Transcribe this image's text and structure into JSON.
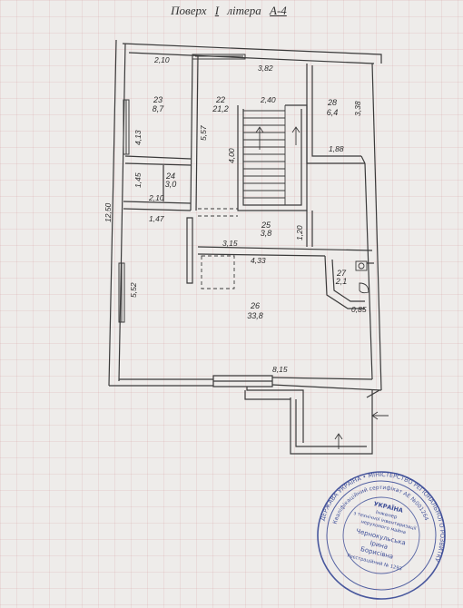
{
  "header": {
    "floor_label": "Поверх",
    "floor_value": "I",
    "letter_label": "літера",
    "letter_value": "А-4"
  },
  "rooms": [
    {
      "number": "23",
      "area": "8,7"
    },
    {
      "number": "22",
      "area": "21,2"
    },
    {
      "number": "28",
      "area": "6,4"
    },
    {
      "number": "24",
      "area": "3,0"
    },
    {
      "number": "25",
      "area": "3,8"
    },
    {
      "number": "27",
      "area": "2,1"
    },
    {
      "number": "26",
      "area": "33,8"
    }
  ],
  "dimensions": {
    "d_2_10_top": "2,10",
    "d_3_82": "3,82",
    "d_2_40": "2,40",
    "d_3_38": "3,38",
    "d_4_13": "4,13",
    "d_5_57": "5,57",
    "d_4_00": "4,00",
    "d_1_88": "1,88",
    "d_1_45": "1,45",
    "d_2_10_mid": "2,10",
    "d_12_50": "12,50",
    "d_1_47": "1,47",
    "d_1_20": "1,20",
    "d_3_15": "3,15",
    "d_4_33": "4,33",
    "d_5_52": "5,52",
    "d_0_85": "0,85",
    "d_8_15": "8,15"
  },
  "stamp": {
    "ring_outer": "ДЕРЖАВА УКРАЇНА • МІНІСТЕРСТВО РЕГІОНАЛЬНОГО РОЗВИТКУ",
    "ring_inner": "Кваліфікаційний сертифікат АЕ №001264",
    "line1": "УКРАЇНА",
    "line2": "Інженер",
    "line3": "з технічної інвентаризації",
    "line4": "нерухомого майна",
    "name1": "Чернокульська",
    "name2": "Ірина",
    "name3": "Борисівна",
    "reg": "Реєстраційний № 1293",
    "color": "#2a3d8f"
  }
}
